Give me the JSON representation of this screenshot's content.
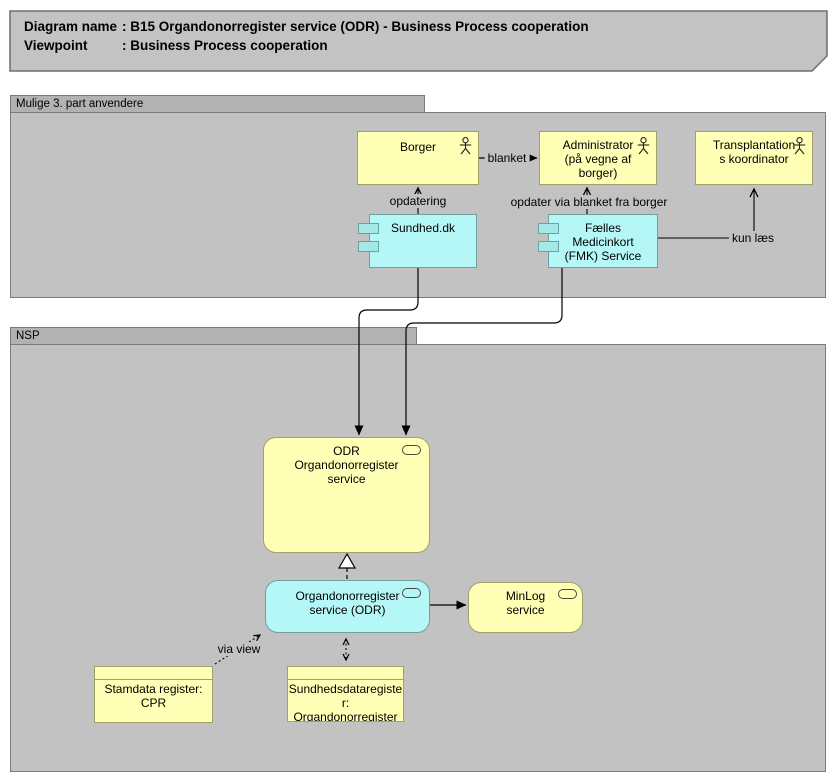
{
  "colors": {
    "canvas_bg": "#ffffff",
    "group_body": "#c2c2c2",
    "group_tab": "#b2b2b2",
    "group_border": "#7a7a7a",
    "note_fill": "#c3c3c3",
    "note_border": "#6e6e6e",
    "business_fill": "#ffffb5",
    "business_border": "#a0a06a",
    "app_fill": "#b5f7f7",
    "app_border": "#6fa0a0",
    "app_icon_fill": "#a5e8e8",
    "connector": "#000000",
    "text": "#000000"
  },
  "title_note": {
    "label1": "Diagram name",
    "value1": ": B15 Organdonorregister service (ODR) - Business Process cooperation",
    "label2": "Viewpoint",
    "value2": ": Business Process cooperation"
  },
  "groups": {
    "third_party": {
      "label": "Mulige 3. part anvendere"
    },
    "nsp": {
      "label": "NSP"
    }
  },
  "nodes": {
    "borger": {
      "label": "Borger"
    },
    "administrator": {
      "lines": [
        "Administrator",
        "(på vegne af",
        "borger)"
      ]
    },
    "transplantations_koordinator": {
      "lines": [
        "Transplantation",
        "s koordinator"
      ]
    },
    "sundhed_dk": {
      "label": "Sundhed.dk"
    },
    "fmk_service": {
      "lines": [
        "Fælles",
        "Medicinkort",
        "(FMK) Service"
      ]
    },
    "odr_organdonorregister_service": {
      "lines": [
        "ODR",
        "Organdonorregister",
        "service"
      ]
    },
    "organdonorregister_service_odr": {
      "lines": [
        "Organdonorregister",
        "service (ODR)"
      ]
    },
    "minlog_service": {
      "lines": [
        "MinLog",
        "service"
      ]
    },
    "stamdata_register_cpr": {
      "lines": [
        "Stamdata register:",
        "CPR"
      ]
    },
    "sundhedsdataregister_organdonorregister": {
      "lines": [
        "Sundhedsdataregiste",
        "r:",
        "Organdonorregister"
      ]
    }
  },
  "connectors": {
    "blanket": {
      "label": "blanket"
    },
    "opdatering": {
      "label": "opdatering"
    },
    "opdater_via_blanket": {
      "label": "opdater via blanket fra borger"
    },
    "kun_laes": {
      "label": "kun læs"
    },
    "via_view": {
      "label": "via view"
    }
  }
}
